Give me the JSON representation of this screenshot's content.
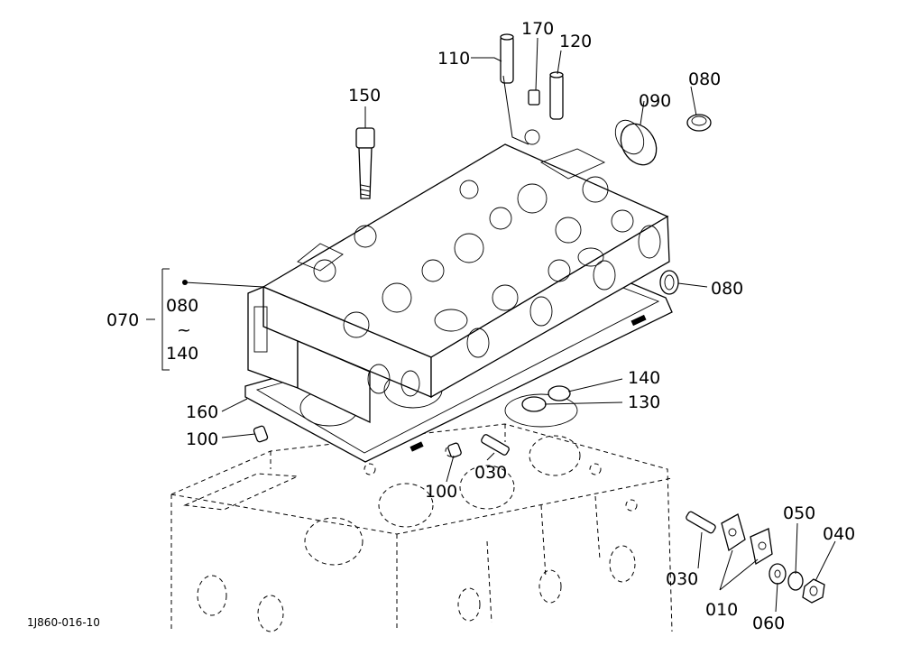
{
  "diagram": {
    "reference_code": "1J860-016-10",
    "callouts": {
      "c110": "110",
      "c170": "170",
      "c120": "120",
      "c080_top": "080",
      "c090": "090",
      "c150": "150",
      "c080_right": "080",
      "c070": "070",
      "c080_range": "080",
      "c_tilde": "~",
      "c140_range": "140",
      "c140": "140",
      "c130": "130",
      "c160": "160",
      "c100_left": "100",
      "c030_mid": "030",
      "c100_mid": "100",
      "c030_low": "030",
      "c010": "010",
      "c060": "060",
      "c050": "050",
      "c040": "040"
    }
  }
}
